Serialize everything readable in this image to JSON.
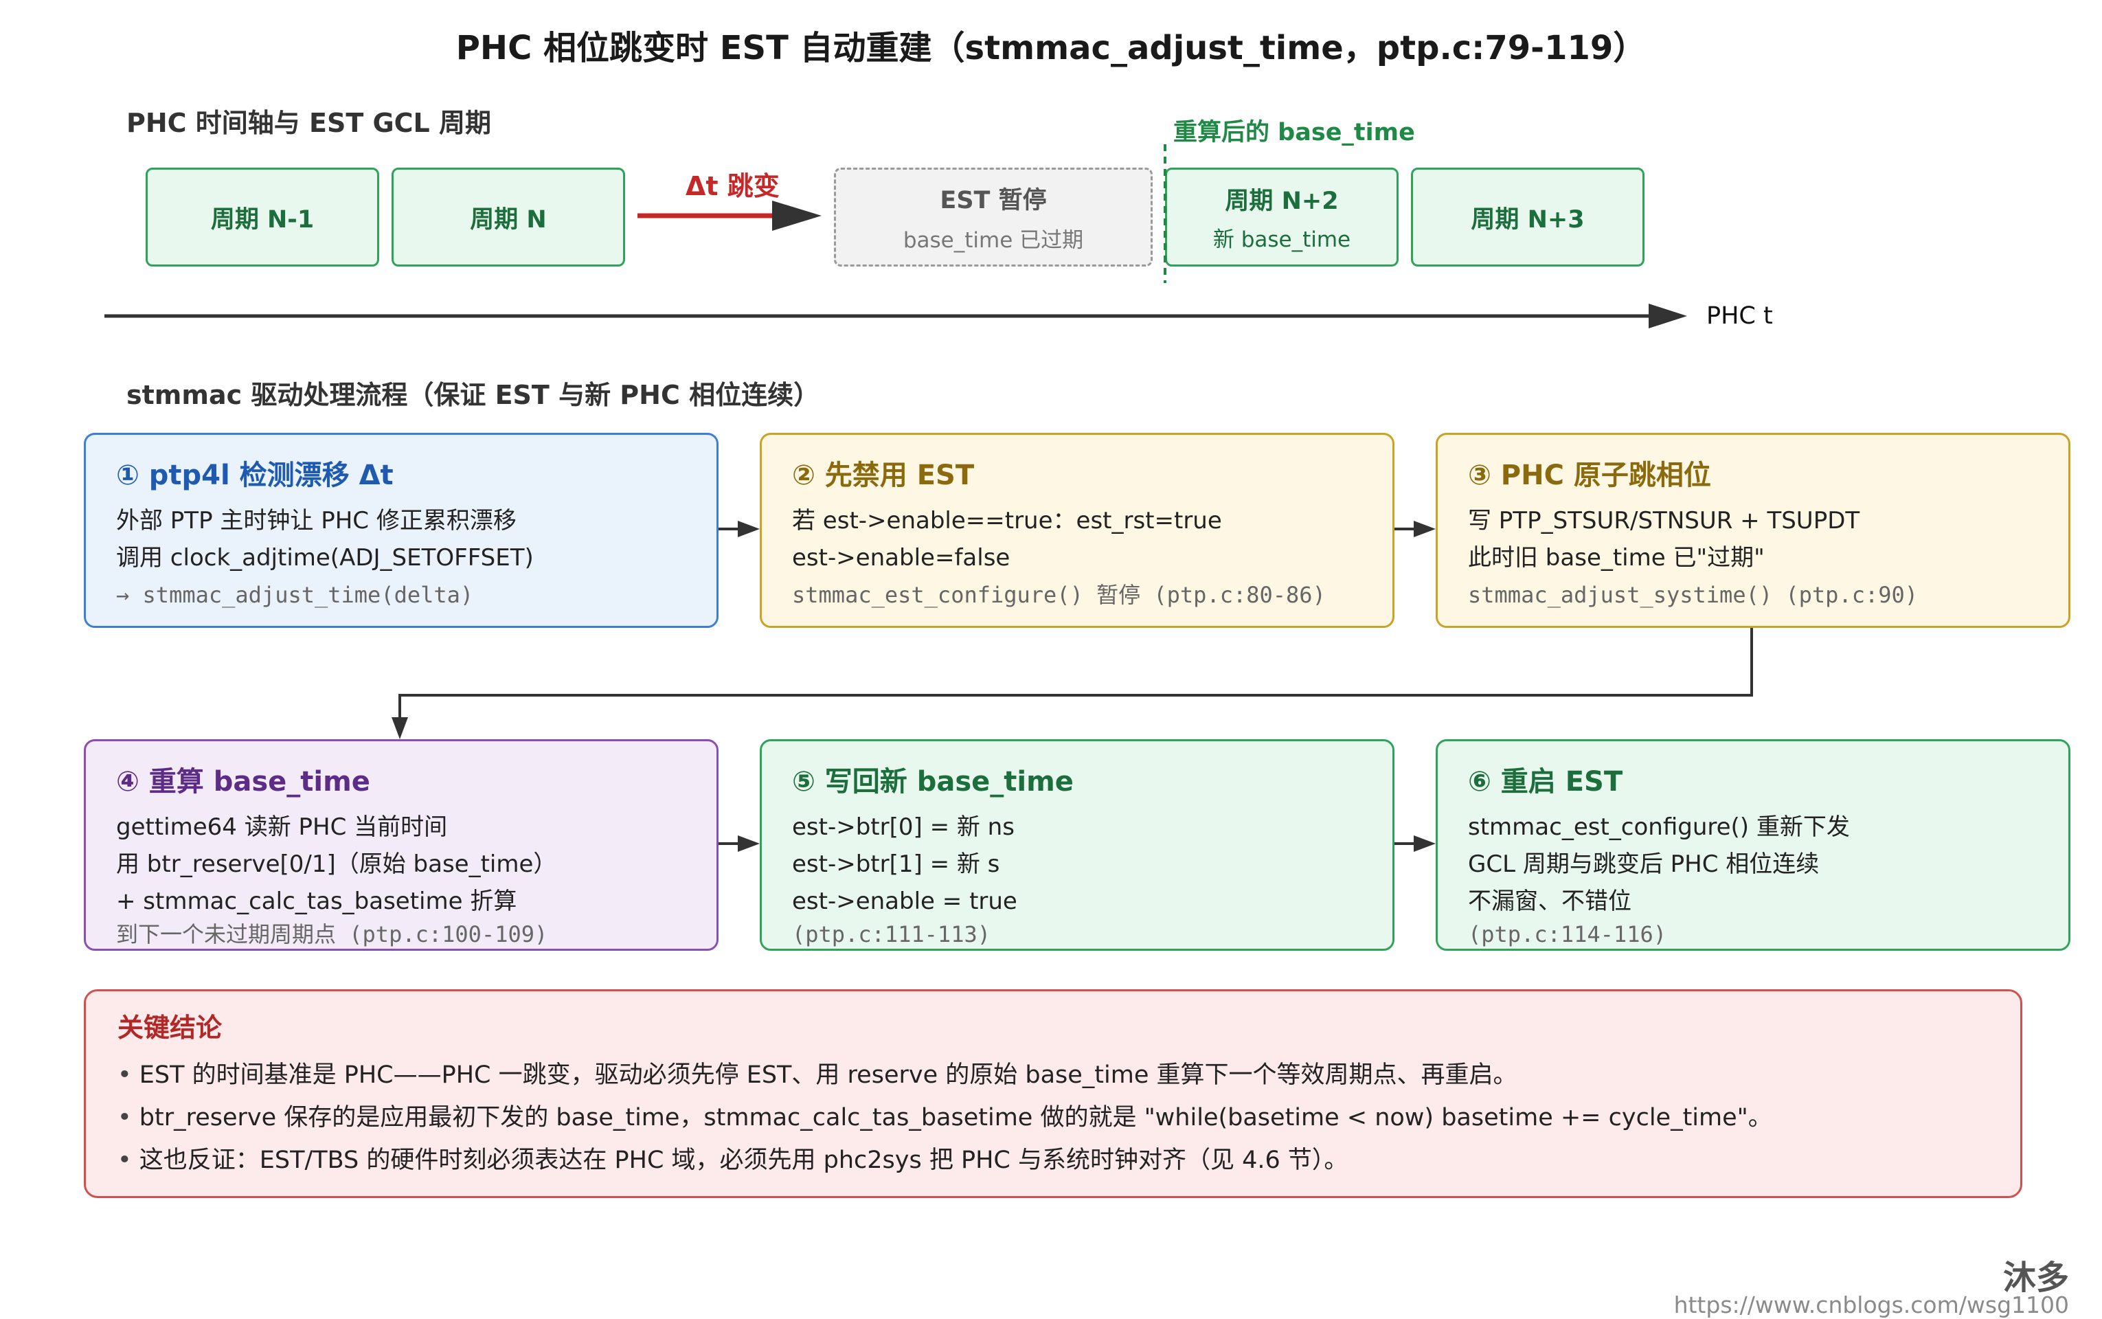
{
  "title": "PHC 相位跳变时 EST 自动重建（stmmac_adjust_time，ptp.c:79-119）",
  "timeline": {
    "section_label": "PHC 时间轴与 EST GCL 周期",
    "rebase_label": "重算后的 base_time",
    "jump_label": "Δt 跳变",
    "axis_label": "PHC t",
    "periods": [
      {
        "label": "周期 N-1",
        "sub": ""
      },
      {
        "label": "周期 N",
        "sub": ""
      },
      {
        "label": "EST 暂停",
        "sub": "base_time 已过期"
      },
      {
        "label": "周期 N+2",
        "sub": "新 base_time"
      },
      {
        "label": "周期 N+3",
        "sub": ""
      }
    ]
  },
  "flow": {
    "section_label": "stmmac 驱动处理流程（保证 EST 与新 PHC 相位连续）",
    "steps": [
      {
        "title": "① ptp4l 检测漂移 Δt",
        "lines": [
          "外部 PTP 主时钟让 PHC 修正累积漂移",
          "调用 clock_adjtime(ADJ_SETOFFSET)"
        ],
        "code": "→ stmmac_adjust_time(delta)"
      },
      {
        "title": "② 先禁用 EST",
        "lines": [
          "若 est->enable==true：est_rst=true",
          "est->enable=false"
        ],
        "code": "stmmac_est_configure() 暂停 (ptp.c:80-86)"
      },
      {
        "title": "③ PHC 原子跳相位",
        "lines": [
          "写 PTP_STSUR/STNSUR + TSUPDT",
          "此时旧 base_time 已\"过期\""
        ],
        "code": "stmmac_adjust_systime() (ptp.c:90)"
      },
      {
        "title": "④ 重算 base_time",
        "lines": [
          "gettime64 读新 PHC 当前时间",
          "用 btr_reserve[0/1]（原始 base_time）",
          "+ stmmac_calc_tas_basetime 折算"
        ],
        "code": "到下一个未过期周期点 (ptp.c:100-109)"
      },
      {
        "title": "⑤ 写回新 base_time",
        "lines": [
          "est->btr[0] = 新 ns",
          "est->btr[1] = 新 s",
          "est->enable = true"
        ],
        "code": "(ptp.c:111-113)"
      },
      {
        "title": "⑥ 重启 EST",
        "lines": [
          "stmmac_est_configure() 重新下发",
          "GCL 周期与跳变后 PHC 相位连续",
          "不漏窗、不错位"
        ],
        "code": "(ptp.c:114-116)"
      }
    ]
  },
  "conclusion": {
    "title": "关键结论",
    "items": [
      "EST 的时间基准是 PHC——PHC 一跳变，驱动必须先停 EST、用 reserve 的原始 base_time 重算下一个等效周期点、再重启。",
      "btr_reserve 保存的是应用最初下发的 base_time，stmmac_calc_tas_basetime 做的就是 \"while(basetime < now) basetime += cycle_time\"。",
      "这也反证：EST/TBS 的硬件时刻必须表达在 PHC 域，必须先用 phc2sys 把 PHC 与系统时钟对齐（见 4.6 节）。"
    ]
  },
  "watermark": {
    "name": "沐多",
    "url": "https://www.cnblogs.com/wsg1100"
  },
  "colors": {
    "arrow": "#333333",
    "jump": "#c62828",
    "rebase": "#1e8a45"
  }
}
